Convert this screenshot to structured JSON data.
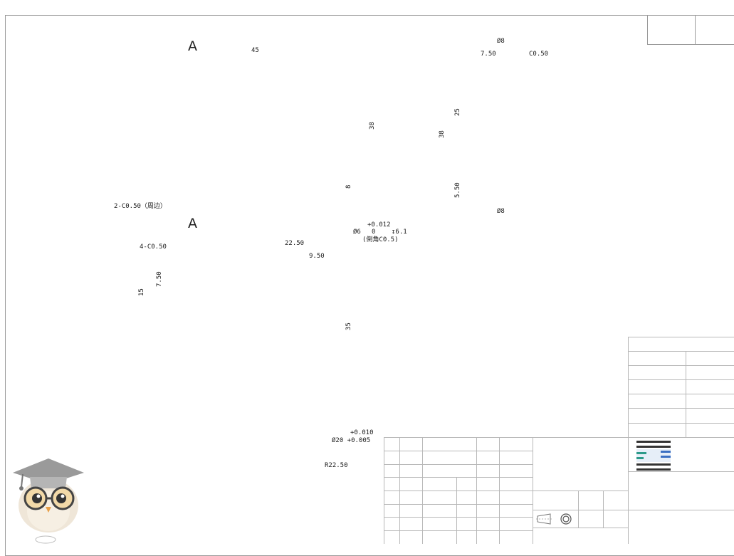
{
  "section_marks": [
    "A",
    "A"
  ],
  "dimensions": {
    "d_45": "45",
    "d_phi8_top": "Ø8",
    "d_7_50_top": "7.50",
    "d_c050": "C0.50",
    "d_25": "25",
    "d_38_a": "38",
    "d_38_b": "38",
    "d_8": "8",
    "d_5_50": "5.50",
    "d_phi8_mid": "Ø8",
    "d_2c050": "2-C0.50（周边）",
    "d_tol_plus012": "+0.012",
    "d_phi6": "Ø6",
    "d_tol_zero": "0",
    "d_depth61": "↧6.1",
    "d_chamfer": "(倒角C0.5)",
    "d_4c050": "4-C0.50",
    "d_22_50": "22.50",
    "d_9_50": "9.50",
    "d_7_50_left": "7.50",
    "d_15": "15",
    "d_35": "35",
    "d_tol_plus010": "+0.010",
    "d_phi20": "Ø20 +0.005",
    "d_r22_50": "R22.50"
  },
  "colors": {
    "frame": "#9a9a9a",
    "table_line": "#b8b8b8",
    "logo_dark": "#333333",
    "logo_teal": "#2d9a8a",
    "logo_blue": "#3b6fc2"
  },
  "icons": {
    "projection_symbol": "first-angle-projection-icon",
    "mascot": "owl-mascot-icon",
    "logo": "company-logo-icon"
  }
}
